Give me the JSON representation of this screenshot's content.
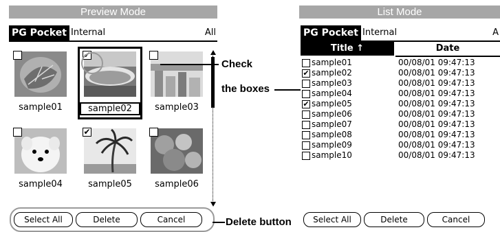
{
  "preview": {
    "mode_label": "Preview Mode",
    "app_title": "PG Pocket",
    "category": "Internal",
    "right_label": "All",
    "thumbnails": [
      {
        "label": "sample01",
        "checked": false
      },
      {
        "label": "sample02",
        "checked": true
      },
      {
        "label": "sample03",
        "checked": false
      },
      {
        "label": "sample04",
        "checked": false
      },
      {
        "label": "sample05",
        "checked": true
      },
      {
        "label": "sample06",
        "checked": false
      }
    ],
    "buttons": {
      "select_all": "Select All",
      "delete": "Delete",
      "cancel": "Cancel"
    }
  },
  "annotations": {
    "check_line1": "Check",
    "check_line2": "the boxes",
    "delete_button": "Delete button"
  },
  "list": {
    "mode_label": "List Mode",
    "app_title": "PG Pocket",
    "category": "Internal",
    "right_label": "A",
    "col_title": "Title ↑",
    "col_date": "Date",
    "rows": [
      {
        "name": "sample01",
        "date": "00/08/01 09:47:13",
        "checked": false
      },
      {
        "name": "sample02",
        "date": "00/08/01 09:47:13",
        "checked": true
      },
      {
        "name": "sample03",
        "date": "00/08/01 09:47:13",
        "checked": false
      },
      {
        "name": "sample04",
        "date": "00/08/01 09:47:13",
        "checked": false
      },
      {
        "name": "sample05",
        "date": "00/08/01 09:47:13",
        "checked": true
      },
      {
        "name": "sample06",
        "date": "00/08/01 09:47:13",
        "checked": false
      },
      {
        "name": "sample07",
        "date": "00/08/01 09:47:13",
        "checked": false
      },
      {
        "name": "sample08",
        "date": "00/08/01 09:47:13",
        "checked": false
      },
      {
        "name": "sample09",
        "date": "00/08/01 09:47:13",
        "checked": false
      },
      {
        "name": "sample10",
        "date": "00/08/01 09:47:13",
        "checked": false
      }
    ],
    "buttons": {
      "select_all": "Select All",
      "delete": "Delete",
      "cancel": "Cancel"
    }
  }
}
